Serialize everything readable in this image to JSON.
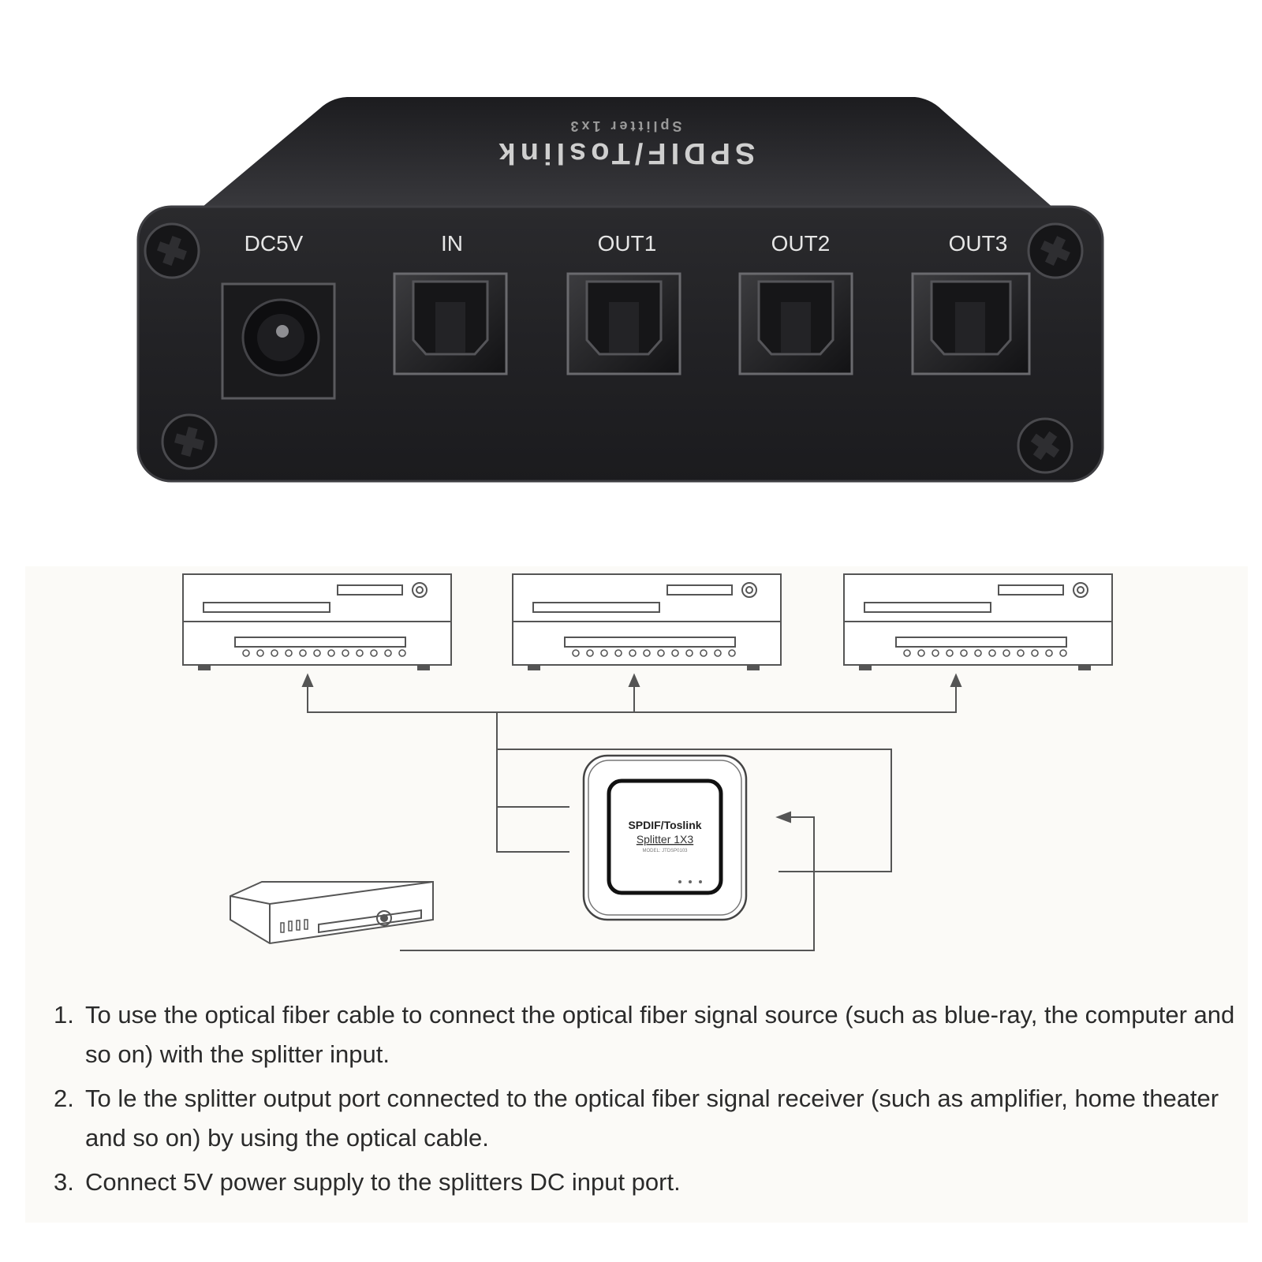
{
  "device": {
    "top_label": "SPDIF/Toslink",
    "top_sublabel": "Splitter 1x3",
    "ports": [
      {
        "label": "DC5V",
        "kind": "dc-jack"
      },
      {
        "label": "IN",
        "kind": "optical"
      },
      {
        "label": "OUT1",
        "kind": "optical"
      },
      {
        "label": "OUT2",
        "kind": "optical"
      },
      {
        "label": "OUT3",
        "kind": "optical"
      }
    ],
    "colors": {
      "body": "#2b2b2e",
      "face": "#1f1f22",
      "label": "#e6e6e6"
    }
  },
  "diagram": {
    "splitter_title": "SPDIF/Toslink",
    "splitter_subtitle": "Splitter 1X3",
    "splitter_model": "MODEL: JTDSP0103",
    "receivers": 3,
    "source": 1
  },
  "instructions": [
    {
      "num": "1.",
      "text": "To use the optical fiber cable to connect the optical fiber signal source (such as blue-ray, the computer and so on) with the splitter input."
    },
    {
      "num": "2.",
      "text": "To le the splitter output port connected to the optical fiber signal receiver (such as amplifier, home theater and so on) by using the optical cable."
    },
    {
      "num": "3.",
      "text": "Connect 5V power supply to the splitters DC input port."
    }
  ]
}
